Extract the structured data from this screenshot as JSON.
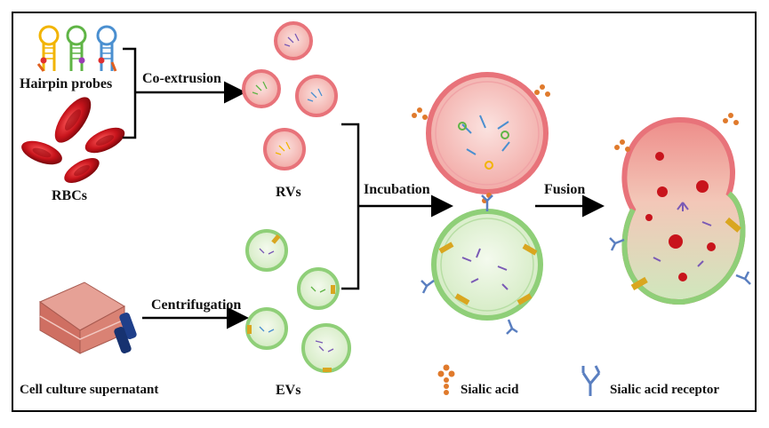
{
  "labels": {
    "hairpin_probes": "Hairpin probes",
    "rbcs": "RBCs",
    "co_extrusion": "Co-extrusion",
    "rvs": "RVs",
    "cell_culture_supernatant": "Cell culture supernatant",
    "centrifugation": "Centrifugation",
    "evs": "EVs",
    "incubation": "Incubation",
    "fusion": "Fusion",
    "sialic_acid": "Sialic acid",
    "sialic_acid_receptor": "Sialic acid receptor"
  },
  "colors": {
    "frame": "#000000",
    "rv_membrane": "#e8737a",
    "rv_fill": "#f6c6c3",
    "ev_membrane": "#8fcf78",
    "ev_fill": "#e4f2d8",
    "rbc": "#c8141c",
    "flask": "#d98a7c",
    "flask_cap": "#1f3f8a",
    "sialic_acid": "#e07a2c",
    "receptor": "#5a7fc0",
    "arrow": "#000000"
  }
}
